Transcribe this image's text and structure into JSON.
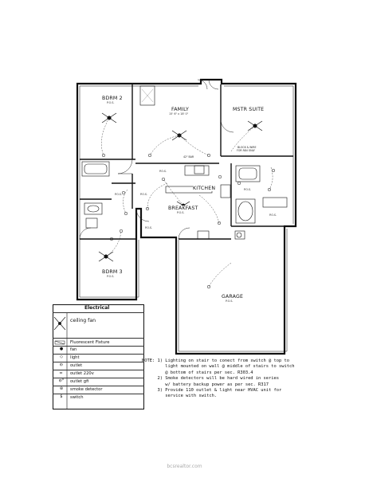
{
  "rooms": {
    "bdrm2": {
      "name": "BDRM 2",
      "dim": "P.O.S."
    },
    "family": {
      "name": "FAMILY",
      "dim": "15' 6\" x 18' 0\""
    },
    "mstr": {
      "name": "MSTR SUITE",
      "dim": ""
    },
    "kitchen": {
      "name": "KITCHEN"
    },
    "breakfast": {
      "name": "BREAKFAST",
      "dim": "P.O.S."
    },
    "bdrm3": {
      "name": "BDRM 3",
      "dim": "P.O.S."
    },
    "garage": {
      "name": "GARAGE",
      "dim": "P.O.S."
    },
    "bar": {
      "name": "42\" BAR"
    },
    "block": {
      "line1": "BLOCK & WIRE",
      "line2": "FOR FAN ONLY"
    },
    "pos": "P.O.S."
  },
  "legend": {
    "title": "Electrical",
    "items": [
      {
        "symbol": "ceiling-fan-icon",
        "label": "ceiling fan"
      },
      {
        "symbol": "fluorescent-icon",
        "label": "Fluorescent Fixture"
      },
      {
        "symbol": "fan-icon",
        "label": "fan",
        "glyph": "●"
      },
      {
        "symbol": "light-icon",
        "label": "light",
        "glyph": "◇"
      },
      {
        "symbol": "outlet-icon",
        "label": "outlet",
        "glyph": "⦶"
      },
      {
        "symbol": "outlet-220v-icon",
        "label": "outlet 220v",
        "glyph": "⦵"
      },
      {
        "symbol": "outlet-gfi-icon",
        "label": "outlet gfi",
        "glyph": "⦶ᴳ"
      },
      {
        "symbol": "smoke-detector-icon",
        "label": "smoke detector",
        "glyph": "⊛"
      },
      {
        "symbol": "switch-icon",
        "label": "switch",
        "glyph": "$"
      }
    ]
  },
  "notes": {
    "lines": [
      "NOTE: 1) Lighting on stair to conect from switch @ top to",
      "         light mounted on wall @ middle of stairs to switch",
      "         @ bottom of stairs per sec. R303.4",
      "      2) Smoke detectors will be hard wired in series",
      "         w/ battery backup power as per sec. R317",
      "      3) Provide 110 outlet & light near HVAC unit for",
      "         service with switch."
    ]
  },
  "footer": "bcsrealtor.com"
}
